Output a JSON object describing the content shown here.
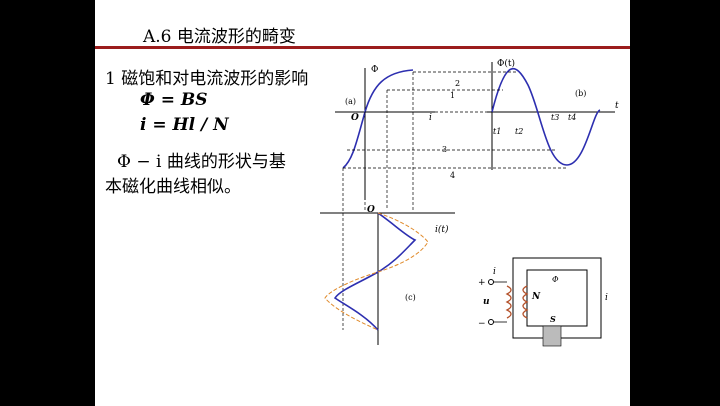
{
  "slide": {
    "title": "A.6 电流波形的畸变",
    "heading": "1 磁饱和对电流波形的影响",
    "eq1": "Φ = BS",
    "eq2": "i = Hl / N",
    "body_line1": "Φ − i 曲线的形状与基",
    "body_line2": "本磁化曲线相似。"
  },
  "diagram": {
    "label_a": "(a)",
    "label_b": "(b)",
    "label_c": "(c)",
    "phi_axis": "Φ",
    "phi_t_axis": "Φ(t)",
    "i_axis": "i",
    "t_axis": "t",
    "i_t_axis": "i(t)",
    "origin": "O",
    "t1": "t1",
    "t2": "t2",
    "t3": "t3",
    "t4": "t4",
    "steps": [
      "1",
      "2",
      "3",
      "4"
    ],
    "circuit": {
      "i": "i",
      "u": "u",
      "N": "N",
      "phi": "Φ",
      "S": "S",
      "plus": "+",
      "minus": "−",
      "loop_i": "i"
    }
  }
}
